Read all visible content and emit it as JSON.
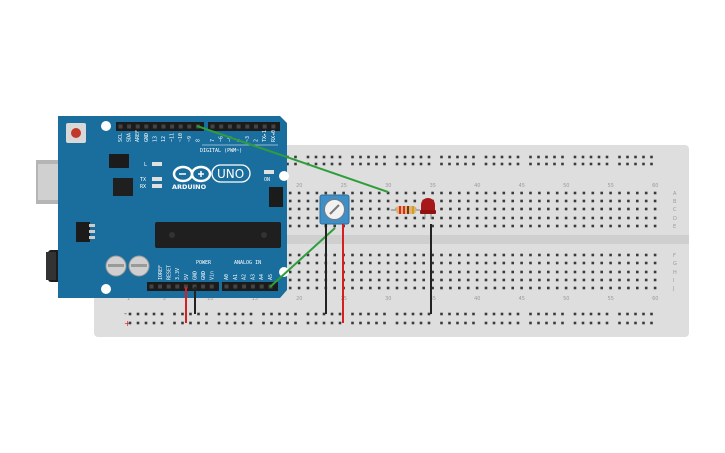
{
  "board": {
    "brand": "ARDUINO",
    "model": "UNO",
    "digital_label": "DIGITAL (PWM~)",
    "power_label": "POWER",
    "analog_label": "ANALOG IN",
    "on_label": "ON",
    "tx_label": "TX",
    "rx_label": "RX",
    "l_label": "L",
    "top_pins": [
      "SCL",
      "SDA",
      "AREF",
      "GND",
      "13",
      "12",
      "~11",
      "~10",
      "~9",
      "8",
      "7",
      "~6",
      "~5",
      "4",
      "~3",
      "2",
      "TX▸1",
      "RX◂0"
    ],
    "power_pins": [
      "IOREF",
      "RESET",
      "3.3V",
      "5V",
      "GND",
      "GND",
      "Vin"
    ],
    "analog_pins": [
      "A0",
      "A1",
      "A2",
      "A3",
      "A4",
      "A5"
    ]
  },
  "breadboard": {
    "col_numbers": [
      "1",
      "5",
      "10",
      "15",
      "20",
      "25",
      "30",
      "35",
      "40",
      "45",
      "50",
      "55",
      "60"
    ],
    "row_letters_top": [
      "A",
      "B",
      "C",
      "D",
      "E"
    ],
    "row_letters_bottom": [
      "F",
      "G",
      "H",
      "I",
      "J"
    ],
    "rail_plus": "+",
    "rail_minus": "-"
  },
  "colors": {
    "board": "#1a6e9e",
    "breadboard": "#dedede",
    "wire_green": "#2f9e3a",
    "wire_red": "#d42020",
    "wire_black": "#222222",
    "led": "#a81818",
    "pot": "#3f8fc6"
  }
}
